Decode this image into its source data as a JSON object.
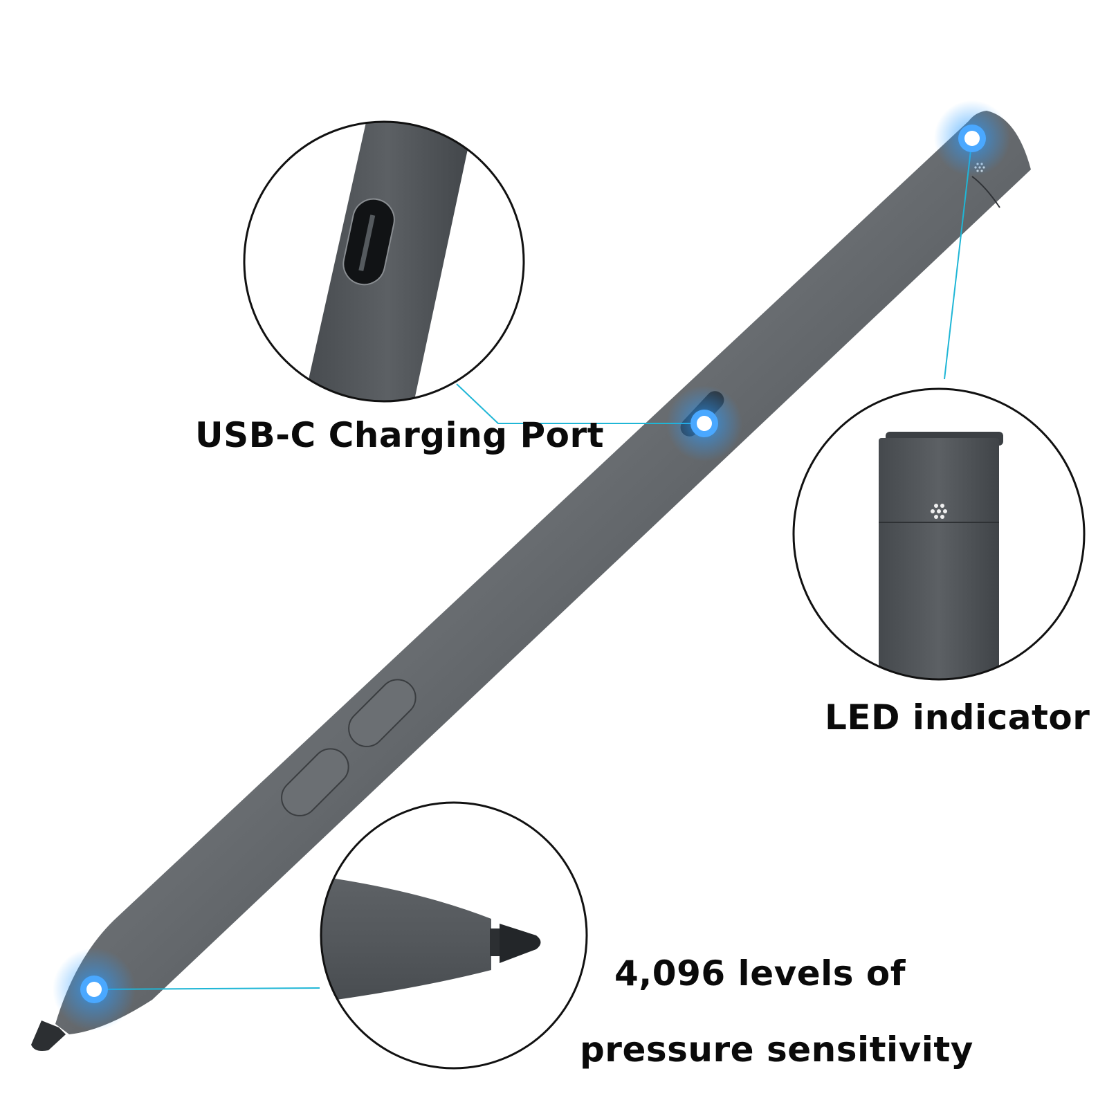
{
  "callouts": {
    "usb_port": {
      "label": "USB-C Charging Port"
    },
    "led": {
      "label": "LED indicator"
    },
    "pressure": {
      "line1": "4,096 levels of",
      "line2": "pressure sensitivity"
    }
  },
  "colors": {
    "pen_body": "#5a5e62",
    "pen_dark": "#3e4246",
    "highlight_glow": "#1e8fff",
    "leader_line": "#1fb6d6",
    "text": "#0a0a0a",
    "circle_border": "#111111"
  }
}
